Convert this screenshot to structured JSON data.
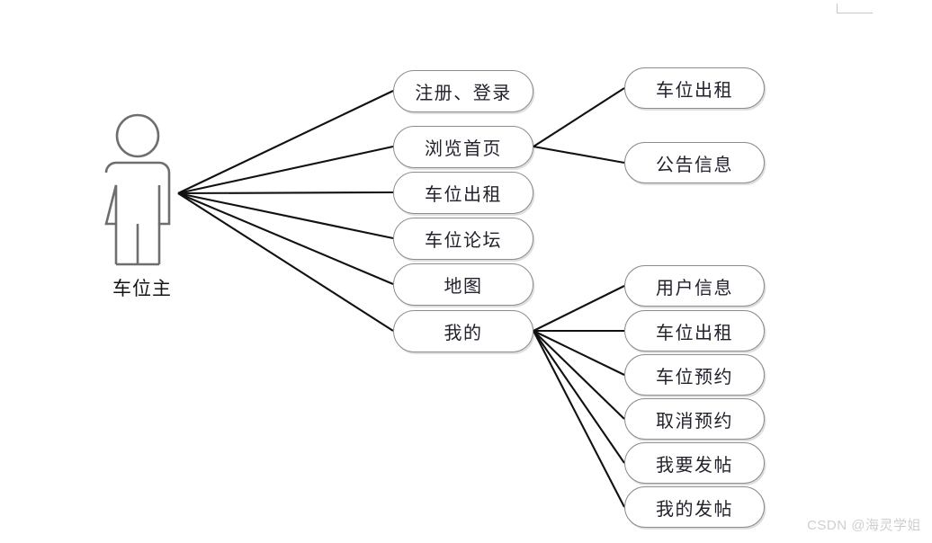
{
  "diagram": {
    "type": "use-case-diagram",
    "actor": {
      "label": "车位主",
      "icon": "actor-person-icon"
    },
    "primary_usecases": [
      {
        "label": "注册、登录"
      },
      {
        "label": "浏览首页"
      },
      {
        "label": "车位出租"
      },
      {
        "label": "车位论坛"
      },
      {
        "label": "地图"
      },
      {
        "label": "我的"
      }
    ],
    "browse_home_children": [
      {
        "label": "车位出租"
      },
      {
        "label": "公告信息"
      }
    ],
    "mine_children": [
      {
        "label": "用户信息"
      },
      {
        "label": "车位出租"
      },
      {
        "label": "车位预约"
      },
      {
        "label": "取消预约"
      },
      {
        "label": "我要发帖"
      },
      {
        "label": "我的发帖"
      }
    ],
    "colors": {
      "background": "#ffffff",
      "box_border": "#8c8c8c",
      "edge_line": "#111111",
      "text": "#22222c",
      "actor_stroke": "#6e6e6e",
      "watermark": "#cfcfcf"
    }
  },
  "watermark": {
    "text": "CSDN @海灵学姐"
  }
}
